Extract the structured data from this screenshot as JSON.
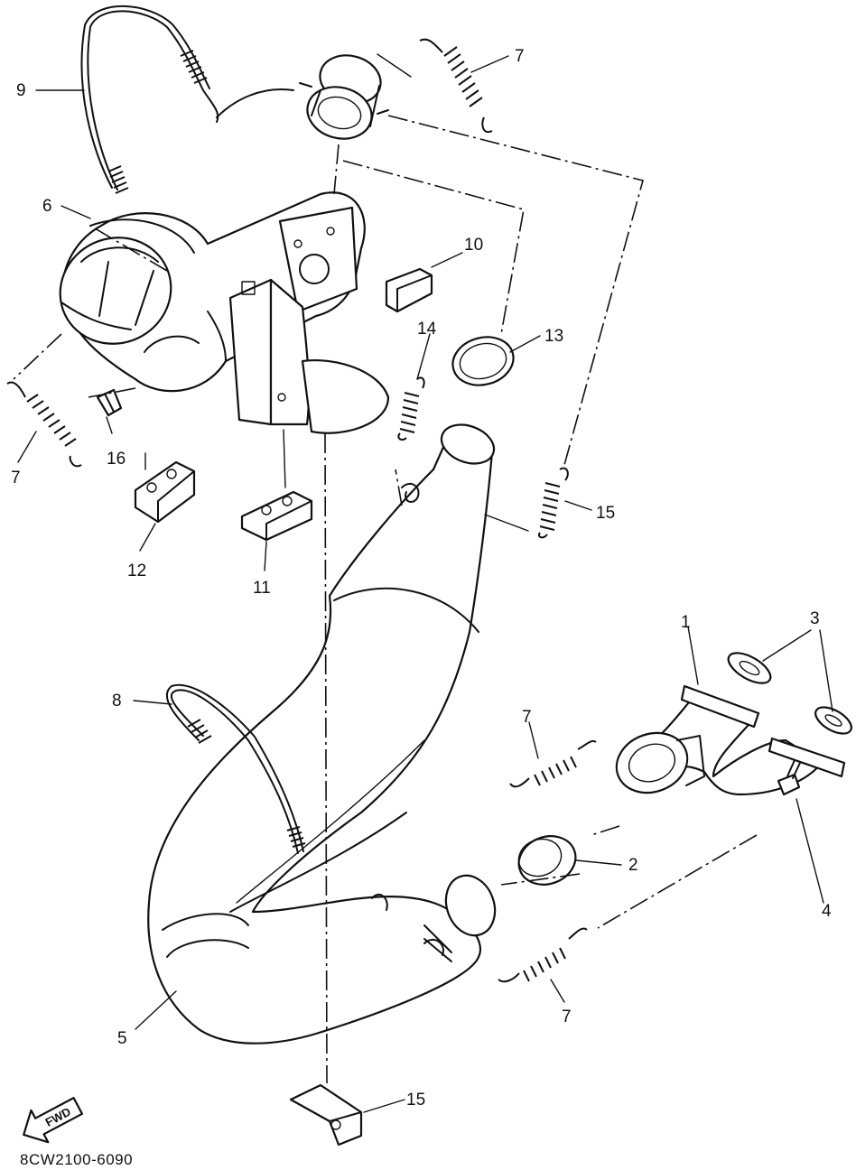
{
  "callouts": [
    {
      "id": "c1",
      "text": "1"
    },
    {
      "id": "c2",
      "text": "2"
    },
    {
      "id": "c3",
      "text": "3"
    },
    {
      "id": "c4",
      "text": "4"
    },
    {
      "id": "c5",
      "text": "5"
    },
    {
      "id": "c6",
      "text": "6"
    },
    {
      "id": "c7a",
      "text": "7"
    },
    {
      "id": "c7b",
      "text": "7"
    },
    {
      "id": "c7c",
      "text": "7"
    },
    {
      "id": "c7d",
      "text": "7"
    },
    {
      "id": "c8",
      "text": "8"
    },
    {
      "id": "c9",
      "text": "9"
    },
    {
      "id": "c10",
      "text": "10"
    },
    {
      "id": "c11",
      "text": "11"
    },
    {
      "id": "c12",
      "text": "12"
    },
    {
      "id": "c13",
      "text": "13"
    },
    {
      "id": "c14",
      "text": "14"
    },
    {
      "id": "c15a",
      "text": "15"
    },
    {
      "id": "c15b",
      "text": "15"
    },
    {
      "id": "c16",
      "text": "16"
    }
  ],
  "direction_label": "FWD",
  "diagram_code": "8CW2100-6090"
}
